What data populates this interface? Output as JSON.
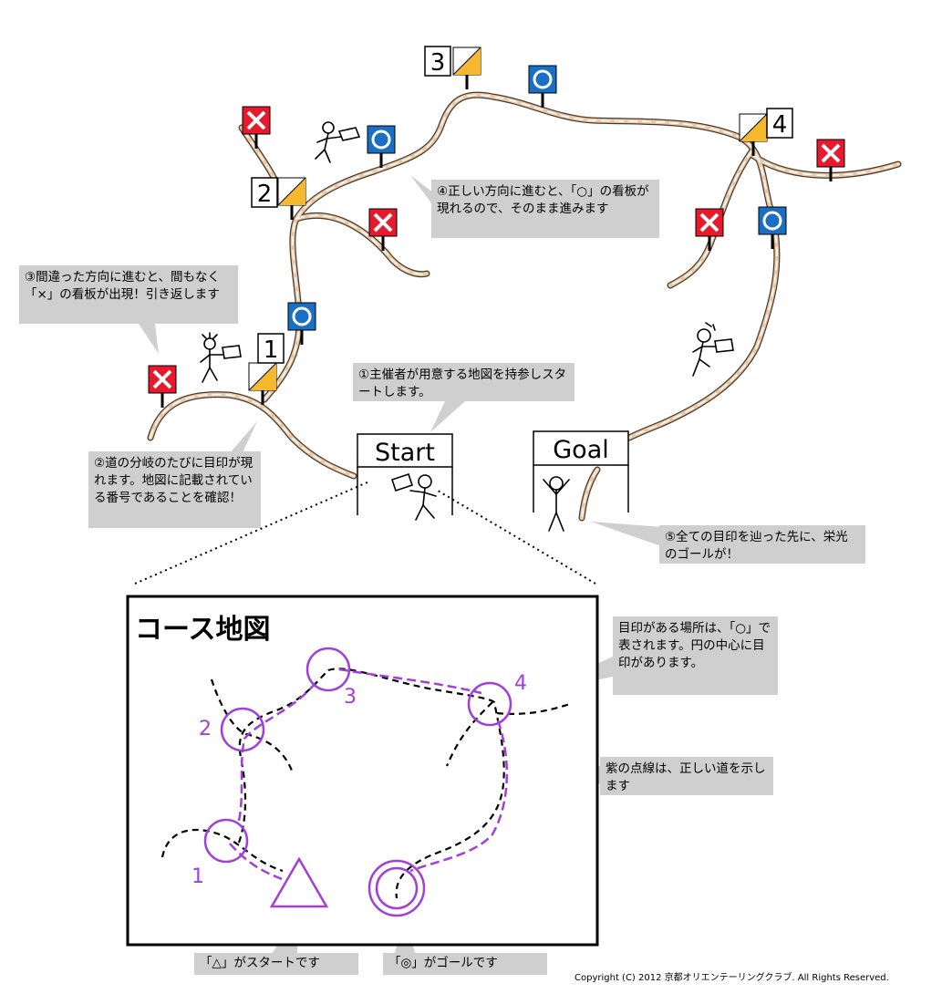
{
  "signs": {
    "start": "Start",
    "goal": "Goal"
  },
  "controls": [
    "1",
    "2",
    "3",
    "4"
  ],
  "callouts": {
    "c1": "①主催者が用意する地図を持参しスタートします。",
    "c2": "②道の分岐のたびに目印が現れます。地図に記載されている番号であることを確認！",
    "c3": "③間違った方向に進むと、間もなく「×」の看板が出現！引き返します",
    "c4": "④正しい方向に進むと、「○」の看板が現れるので、そのまま進みます",
    "c5": "⑤全ての目印を辿った先に、栄光のゴールが！",
    "c6": "目印がある場所は、「○」で表されます。円の中心に目印があります。",
    "c7": "紫の点線は、正しい道を示します",
    "c8": "「△」がスタートです",
    "c9": "「◎」がゴールです"
  },
  "map": {
    "title": "コース地図",
    "numbers": [
      "1",
      "2",
      "3",
      "4"
    ]
  },
  "copyright": "Copyright (C) 2012 京都オリエンテーリングクラブ. All Rights Reserved.",
  "colors": {
    "path": "#e8c8a8",
    "cross_sign": "#e8192c",
    "circle_sign": "#1a6fc4",
    "control_flag": "#f5b82e",
    "map_route": "#a040d8"
  }
}
